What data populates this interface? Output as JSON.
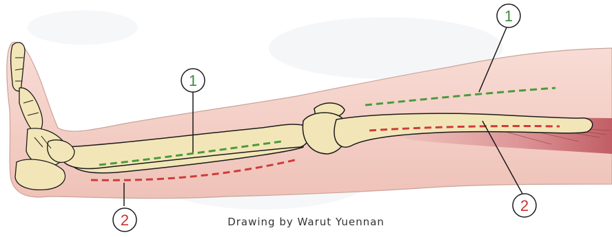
{
  "figure": {
    "credit": "Drawing by Warut Yuennan",
    "callouts": [
      {
        "id": "upper-1",
        "label": "1",
        "color": "#3a8a3a"
      },
      {
        "id": "lower-1",
        "label": "1",
        "color": "#3a8a3a"
      },
      {
        "id": "lower-2",
        "label": "2",
        "color": "#c83232"
      },
      {
        "id": "upper-2",
        "label": "2",
        "color": "#c83232"
      }
    ],
    "colors": {
      "skin": "#f4cfc6",
      "skin_shade": "#e8b5ab",
      "bone": "#f2e6b8",
      "bone_outline": "#1a1a1a",
      "muscle": "#c0505a",
      "line_1": "#4a9a3a",
      "line_2": "#d03a3a"
    }
  }
}
